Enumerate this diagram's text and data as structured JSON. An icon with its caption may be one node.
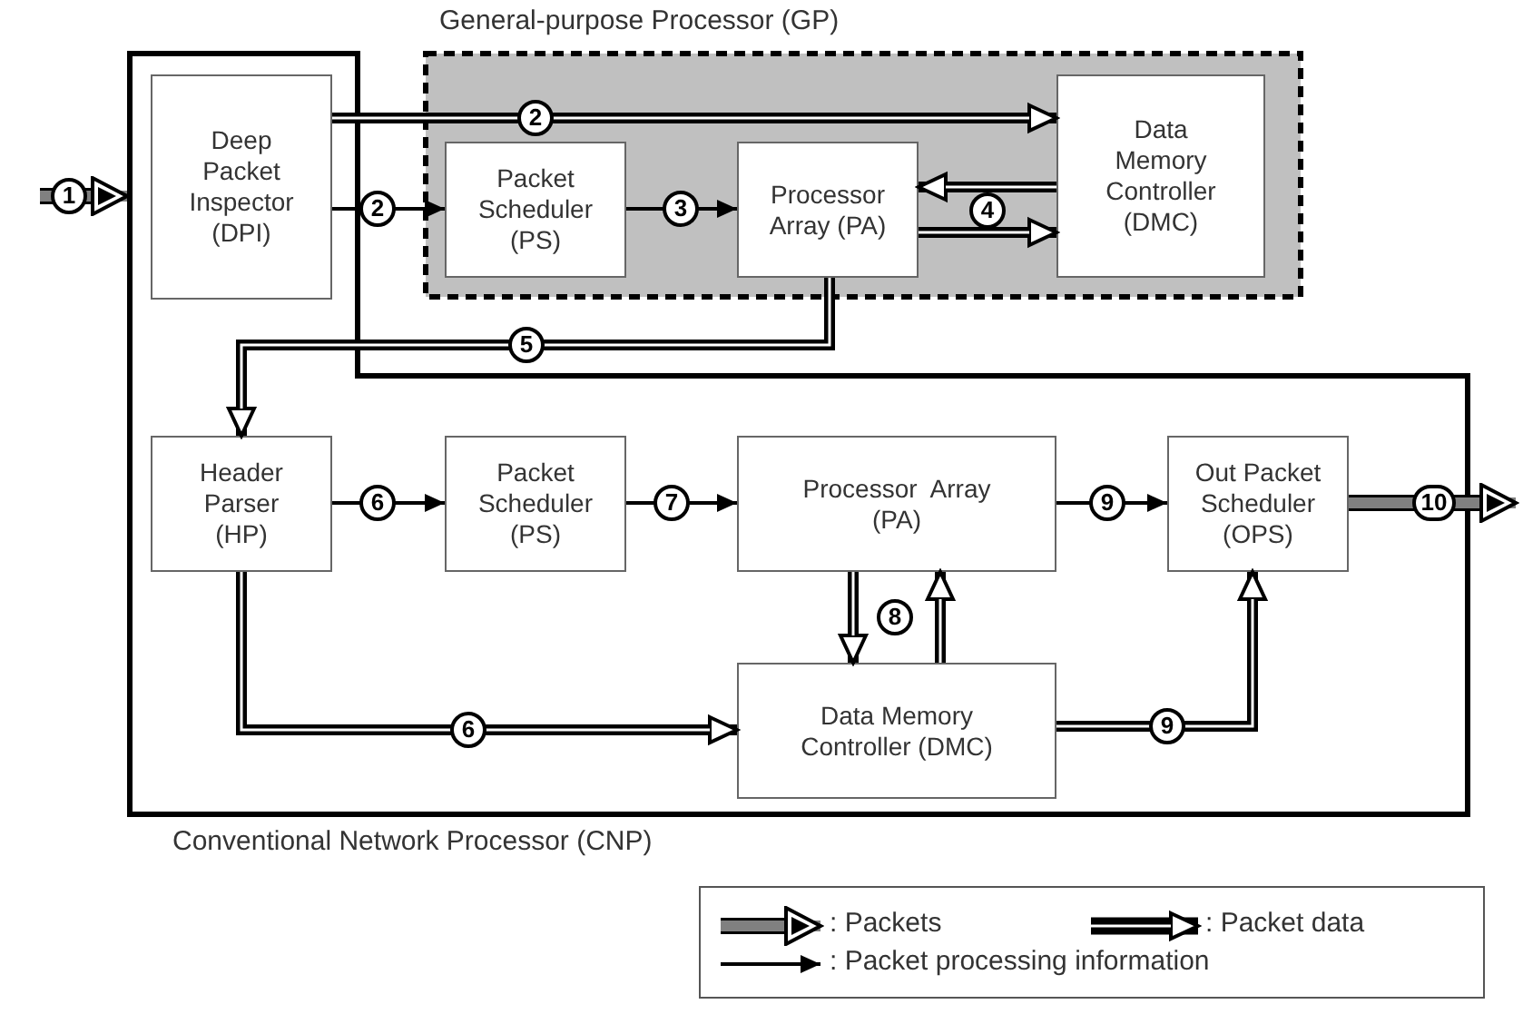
{
  "diagram": {
    "nodes": [
      {
        "text": [
          "Conventional Network Processor (CNP)"
        ]
      },
      {
        "text": [
          "General-purpose Processor (GP)"
        ]
      },
      {
        "text": [
          "Deep Packet Inspector (DPI)"
        ],
        "in": 0
      },
      {
        "text": [
          "Packet Scheduler (PS)"
        ],
        "in": 1
      },
      {
        "text": [
          "Processor Array (PA)"
        ],
        "in": 1
      },
      {
        "text": [
          "Data Memory Controller (DMC)"
        ],
        "in": 1
      },
      {
        "text": [
          "Header Parser (HP)"
        ],
        "in": 0
      },
      {
        "text": [
          "Packet Scheduler (PS)"
        ],
        "in": 0
      },
      {
        "text": [
          "Processor  Array (PA)"
        ],
        "in": 0
      },
      {
        "text": [
          "Out Packet Scheduler (OPS)"
        ],
        "in": 0
      },
      {
        "text": [
          "Data Memory Controller (DMC)"
        ],
        "in": 0
      }
    ],
    "edges": [
      {
        "from": null,
        "to": 0,
        "arrow": "to",
        "label": "1",
        "color": "#808080"
      },
      {
        "from": 2,
        "to": 3,
        "arrow": "to",
        "label": "2",
        "color": "#000000"
      },
      {
        "from": 2,
        "to": 5,
        "arrow": "to",
        "label": "2"
      },
      {
        "from": 3,
        "to": 4,
        "arrow": "to",
        "label": "3",
        "color": "#000000"
      },
      {
        "from": 5,
        "to": 4,
        "arrow": "to"
      },
      {
        "from": 4,
        "to": 5,
        "arrow": "to",
        "label": "4"
      },
      {
        "from": 4,
        "to": 6,
        "arrow": "to",
        "label": "5"
      },
      {
        "from": 6,
        "to": 7,
        "arrow": "to",
        "label": "6",
        "color": "#000000"
      },
      {
        "from": 7,
        "to": 8,
        "arrow": "to",
        "label": "7",
        "color": "#000000"
      },
      {
        "from": 8,
        "to": 9,
        "arrow": "to",
        "label": "9",
        "color": "#000000"
      },
      {
        "from": 8,
        "to": 10,
        "arrow": "to"
      },
      {
        "from": 10,
        "to": 8,
        "arrow": "to",
        "label": "8"
      },
      {
        "from": 6,
        "to": 10,
        "arrow": "to",
        "label": "6"
      },
      {
        "from": 10,
        "to": 9,
        "arrow": "to",
        "label": "9"
      },
      {
        "from": 9,
        "to": null,
        "arrow": "to",
        "label": "10",
        "color": "#808080"
      }
    ],
    "legend": [
      {
        "text": ": Packets"
      },
      {
        "text": ": Packet data"
      },
      {
        "text": ": Packet processing information"
      }
    ]
  }
}
